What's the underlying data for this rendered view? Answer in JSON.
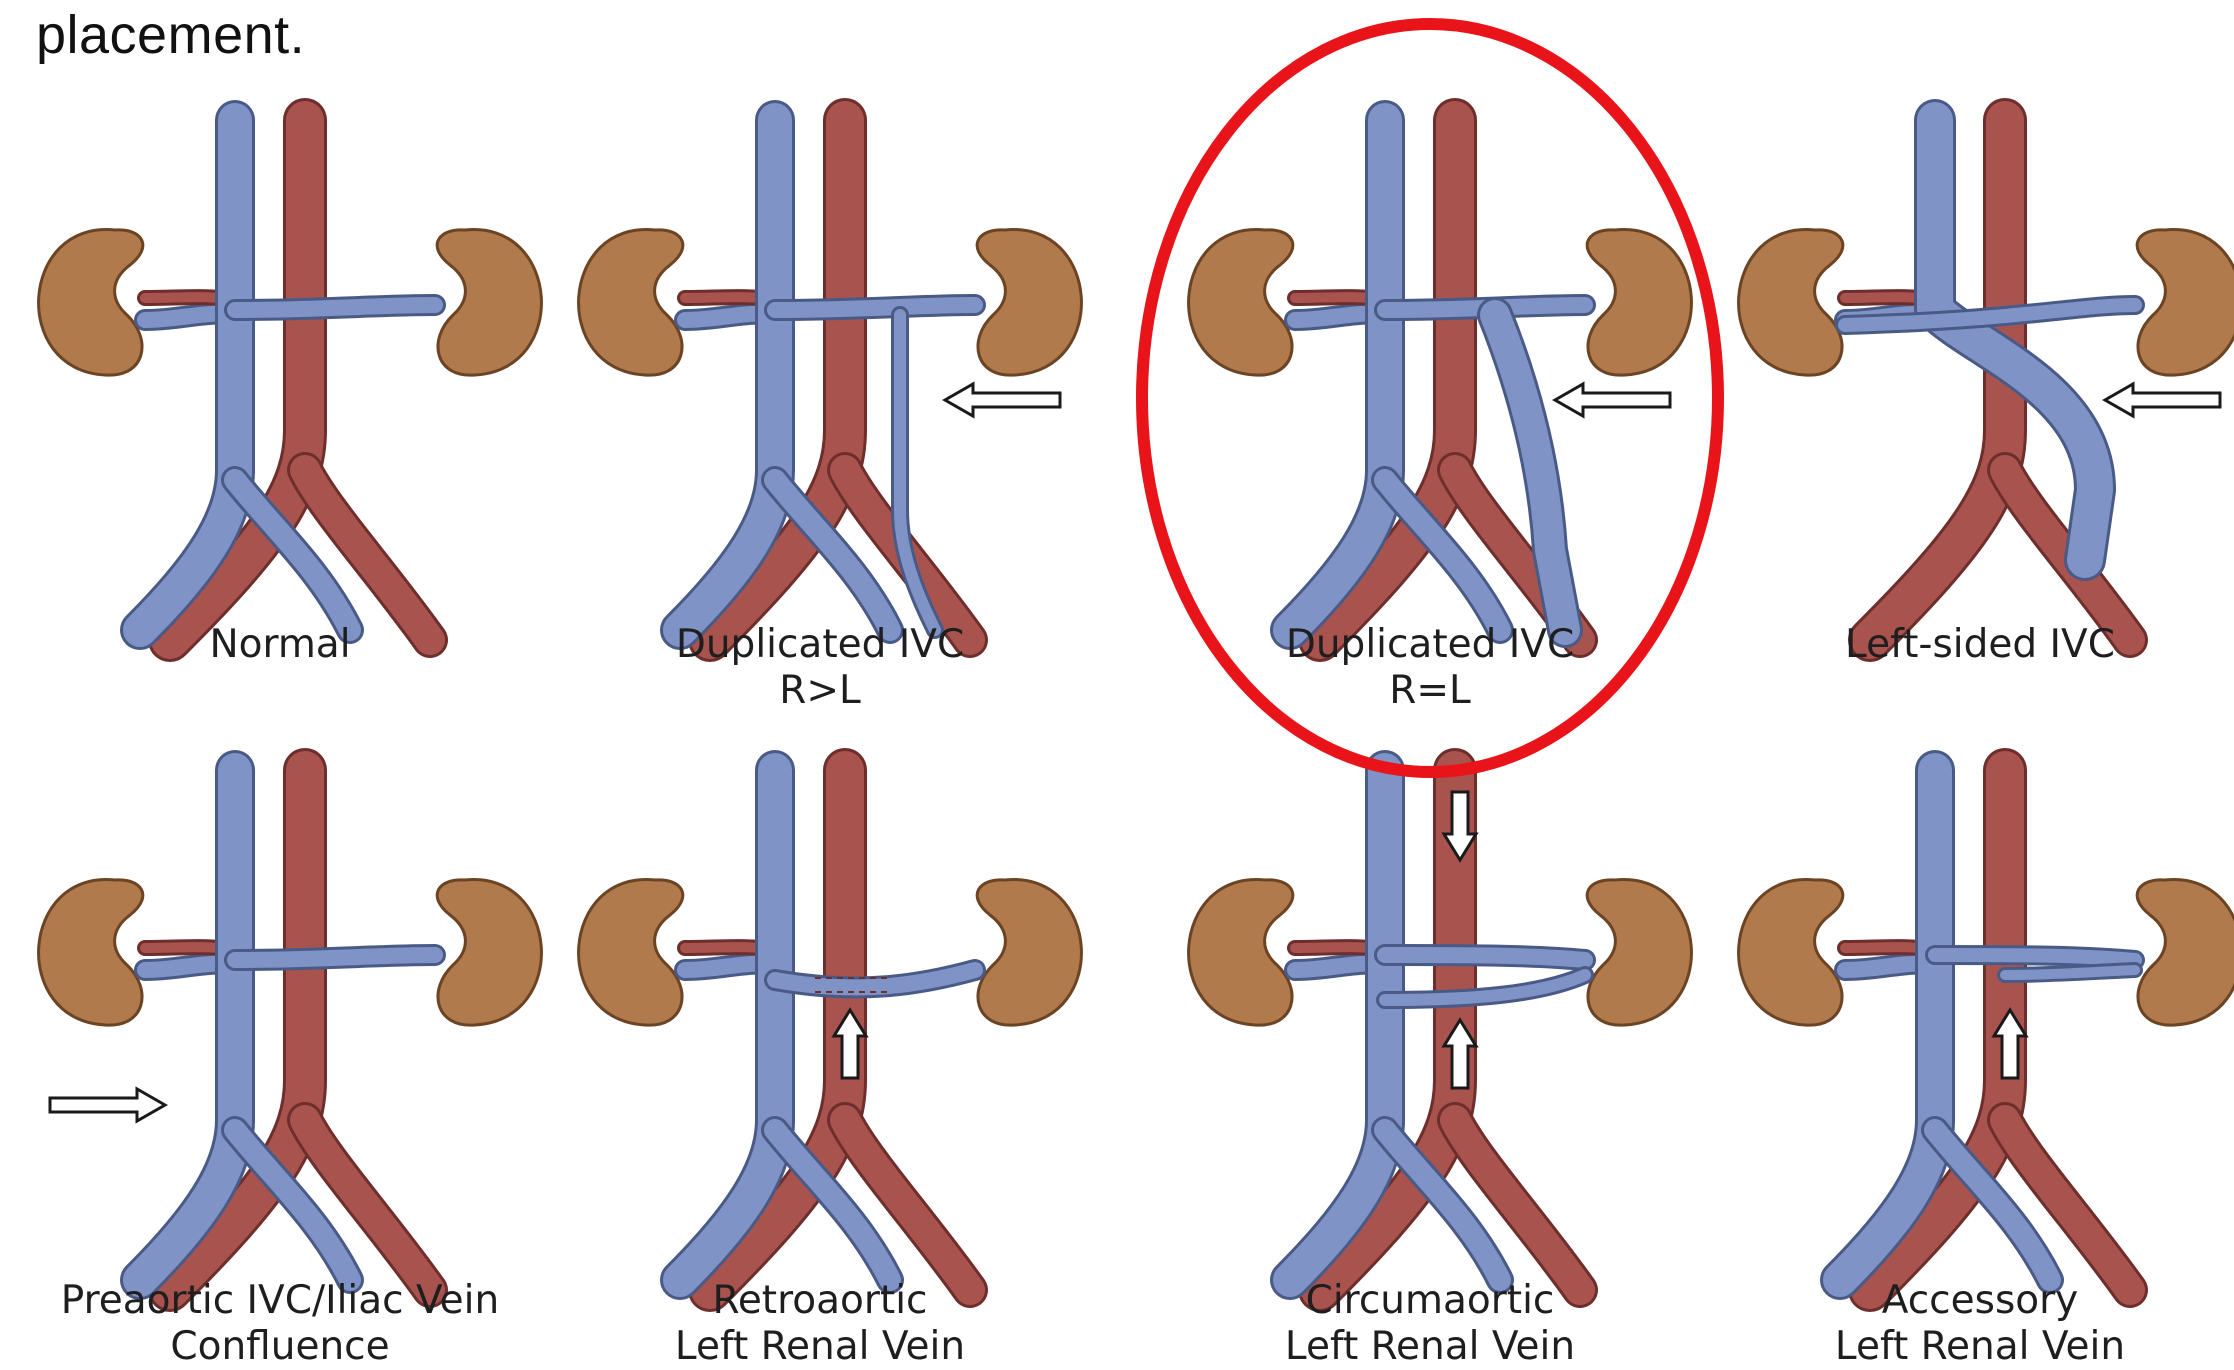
{
  "heading": "placement.",
  "colors": {
    "vein": "#7f93c6",
    "vein_dark": "#4a5a86",
    "artery": "#a9534f",
    "artery_dark": "#6e2e2c",
    "kidney": "#b07a4c",
    "kidney_dark": "#6c4424",
    "highlight_ring": "#e8141a",
    "arrow_fill": "#ffffff",
    "arrow_stroke": "#1a1a1a"
  },
  "panels": [
    {
      "id": "normal",
      "lines": [
        "Normal",
        ""
      ],
      "variant": "normal",
      "arrow": null
    },
    {
      "id": "dup-r-gt-l",
      "lines": [
        "Duplicated IVC",
        "R>L"
      ],
      "variant": "dup-small",
      "arrow": "left"
    },
    {
      "id": "dup-r-eq-l",
      "lines": [
        "Duplicated IVC",
        "R=L"
      ],
      "variant": "dup-equal",
      "arrow": "left",
      "highlighted": true
    },
    {
      "id": "left-ivc",
      "lines": [
        "Left-sided IVC",
        ""
      ],
      "variant": "left-ivc",
      "arrow": "left"
    },
    {
      "id": "preaortic",
      "lines": [
        "Preaortic IVC/Iliac Vein",
        "Confluence"
      ],
      "variant": "preaortic",
      "arrow": "right"
    },
    {
      "id": "retroaortic",
      "lines": [
        "Retroaortic",
        "Left Renal Vein"
      ],
      "variant": "retroaortic",
      "arrow": "up"
    },
    {
      "id": "circumaortic",
      "lines": [
        "Circumaortic",
        "Left Renal Vein"
      ],
      "variant": "circumaortic",
      "arrow": "up-down"
    },
    {
      "id": "accessory",
      "lines": [
        "Accessory",
        "Left Renal Vein"
      ],
      "variant": "accessory",
      "arrow": "up"
    }
  ]
}
